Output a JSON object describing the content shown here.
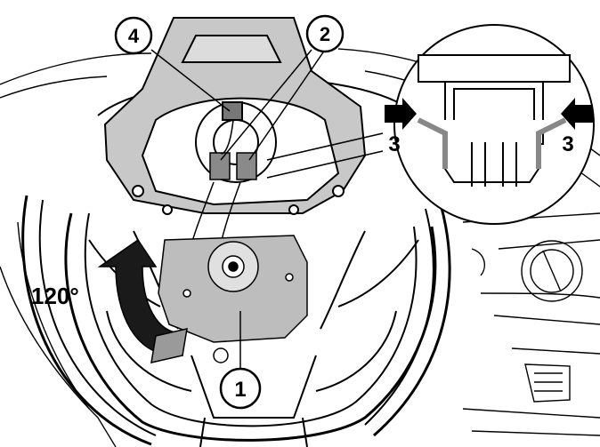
{
  "callouts": [
    {
      "id": "1",
      "text": "1"
    },
    {
      "id": "2",
      "text": "2"
    },
    {
      "id": "3",
      "text": "3"
    },
    {
      "id": "4",
      "text": "4"
    }
  ],
  "rotation_label": "120°",
  "colors": {
    "ink": "#000000",
    "airbag_fill": "#c8c8c8",
    "plate_fill": "#bdbdbd",
    "arrow_fill": "#1a1a1a",
    "arrow_tail": "#9a9a9a",
    "paper": "#ffffff"
  }
}
